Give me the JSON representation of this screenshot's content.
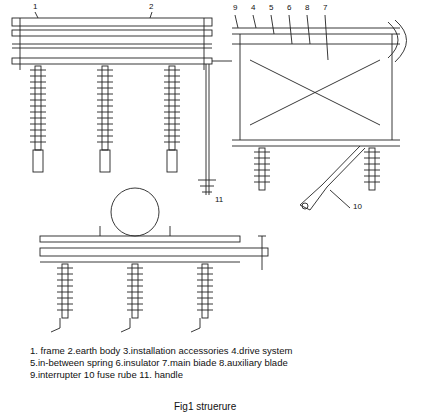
{
  "diagram": {
    "caption": "Fig1 struerure",
    "labels": [
      "1",
      "2",
      "11",
      "9",
      "4",
      "5",
      "6",
      "8",
      "7",
      "10",
      "1. frame 2.earth body 3.installation accessories 4.drive system",
      "5.in-between spring 6.insulator 7.main biade 8.auxiliary blade",
      "9.interrupter 10 fuse rube 11. handle"
    ]
  }
}
